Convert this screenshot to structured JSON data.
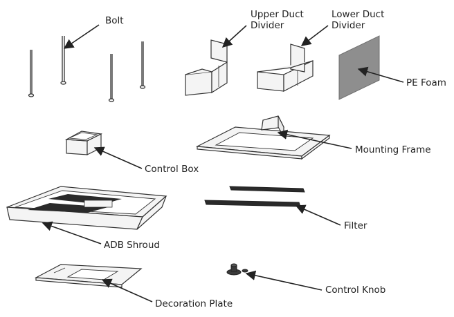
{
  "labels": {
    "bolt": "Bolt",
    "upper_duct_divider": {
      "line1": "Upper Duct",
      "line2": "Divider"
    },
    "lower_duct_divider": {
      "line1": "Lower Duct",
      "line2": "Divider"
    },
    "pe_foam": "PE Foam",
    "control_box": "Control Box",
    "mounting_frame": "Mounting Frame",
    "adb_shroud": "ADB Shroud",
    "filter": "Filter",
    "decoration_plate": "Decoration Plate",
    "control_knob": "Control Knob"
  },
  "colors": {
    "line": "#222222",
    "part_fill": "#f4f4f4",
    "foam": "#8e8e8e",
    "filter": "#2a2a2a"
  }
}
